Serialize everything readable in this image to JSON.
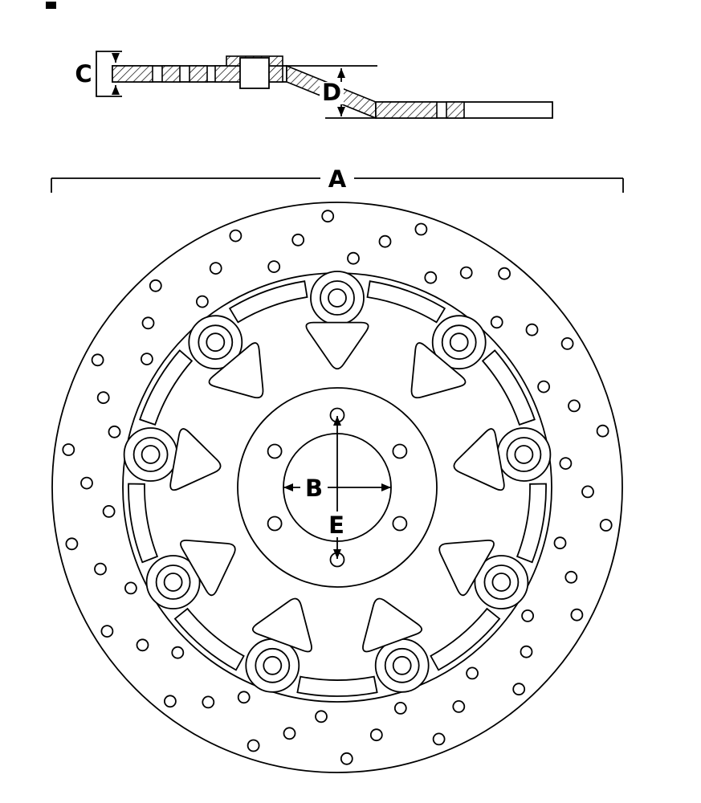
{
  "diagram": {
    "labels": {
      "A": "A",
      "B": "B",
      "C": "C",
      "D": "D",
      "E": "E"
    },
    "colors": {
      "line": "#000000",
      "background": "#ffffff"
    }
  }
}
